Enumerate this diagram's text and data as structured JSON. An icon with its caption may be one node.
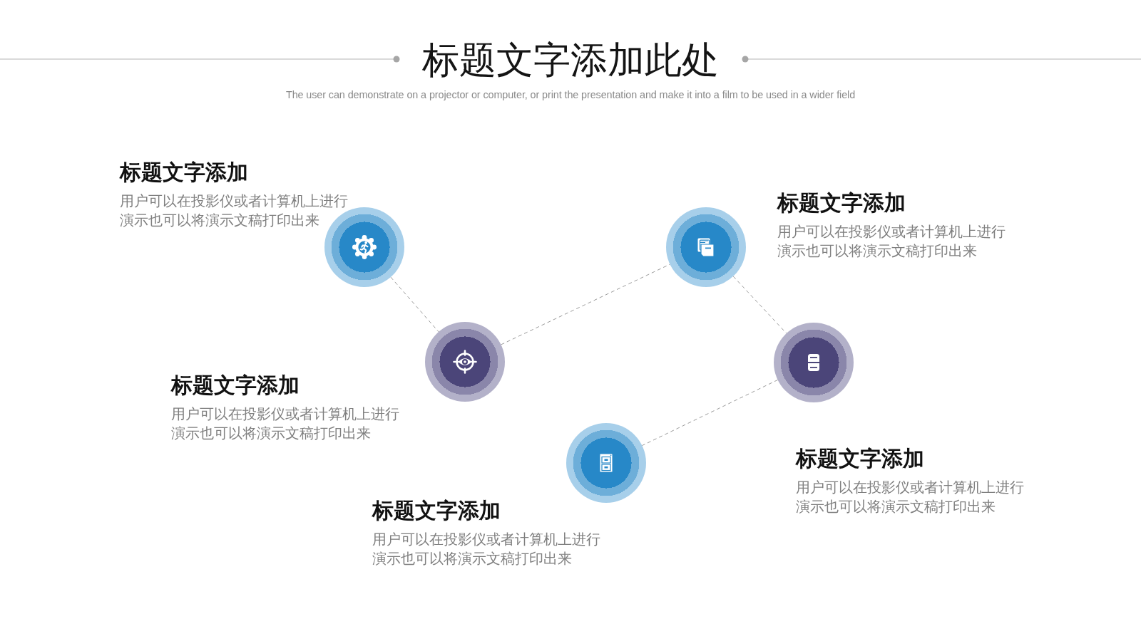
{
  "diagram": {
    "title": "标题文字添加此处",
    "nodes": [
      {
        "text": [],
        "shape": "circle",
        "beside": [
          "标题文字添加",
          "用户可以在投影仪或者计算机上进行演示也可以将演示文稿打印出来"
        ]
      },
      {
        "text": [],
        "shape": "circle",
        "beside": [
          "标题文字添加",
          "用户可以在投影仪或者计算机上进行演示也可以将演示文稿打印出来"
        ]
      },
      {
        "text": [],
        "shape": "circle",
        "beside": [
          "标题文字添加",
          "用户可以在投影仪或者计算机上进行演示也可以将演示文稿打印出来"
        ]
      },
      {
        "text": [],
        "shape": "circle",
        "beside": [
          "标题文字添加",
          "用户可以在投影仪或者计算机上进行演示也可以将演示文稿打印出来"
        ]
      },
      {
        "text": [],
        "shape": "circle",
        "beside": [
          "标题文字添加",
          "用户可以在投影仪或者计算机上进行演示也可以将演示文稿打印出来"
        ]
      }
    ],
    "edges": [
      {
        "from": 0,
        "to": 2,
        "arrow": "none",
        "style": "dashed"
      },
      {
        "from": 2,
        "to": 1,
        "arrow": "none",
        "style": "dashed"
      },
      {
        "from": 1,
        "to": 3,
        "arrow": "none",
        "style": "dashed"
      },
      {
        "from": 3,
        "to": 4,
        "arrow": "none",
        "style": "dashed"
      }
    ],
    "labels": [
      "The user can demonstrate on a projector or computer, or print the presentation and make it into a film to be used in a wider field"
    ]
  }
}
